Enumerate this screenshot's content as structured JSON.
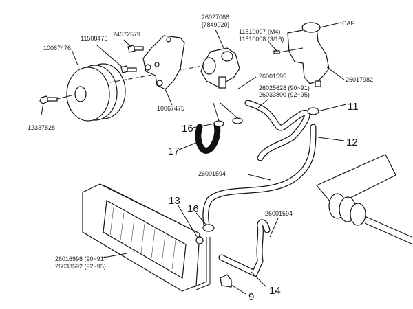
{
  "labels": {
    "pump": [
      "26027066",
      "[7849020]"
    ],
    "screw": [
      "11510007 (M4)",
      "11510008 (3/16)"
    ],
    "cap": "CAP",
    "bolt_upper": "24572579",
    "bolt_middle": "11508476",
    "pulley": "10067476",
    "bracket": "10067475",
    "seal": "26001595",
    "pressure_hose": [
      "26025628 (90~91)",
      "26033800 (92~95)"
    ],
    "reservoir": "26017982",
    "bolt_pulley": "12337828",
    "oring_upper": "26001594",
    "oring_lower": "26001594",
    "cooler": [
      "26016998 (90~91)",
      "26033592 (92~95)"
    ]
  },
  "callouts": {
    "c11": "11",
    "c16a": "16",
    "c17": "17",
    "c12": "12",
    "c13": "13",
    "c16b": "16",
    "c14": "14",
    "c9": "9"
  }
}
